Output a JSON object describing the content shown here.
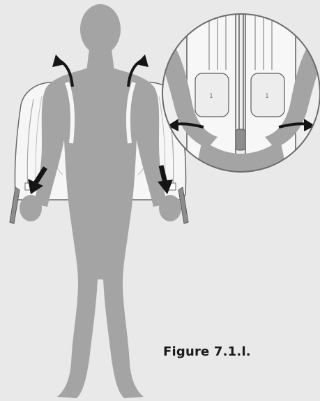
{
  "figure": {
    "caption": "Figure 7.1.l.",
    "inset_marks": [
      "1",
      "1"
    ]
  },
  "colors": {
    "background": "#e9e9e9",
    "figure": "#a4a4a4",
    "garment": "#f6f6f6",
    "outline": "#6a6a6a",
    "arrow": "#151515"
  }
}
